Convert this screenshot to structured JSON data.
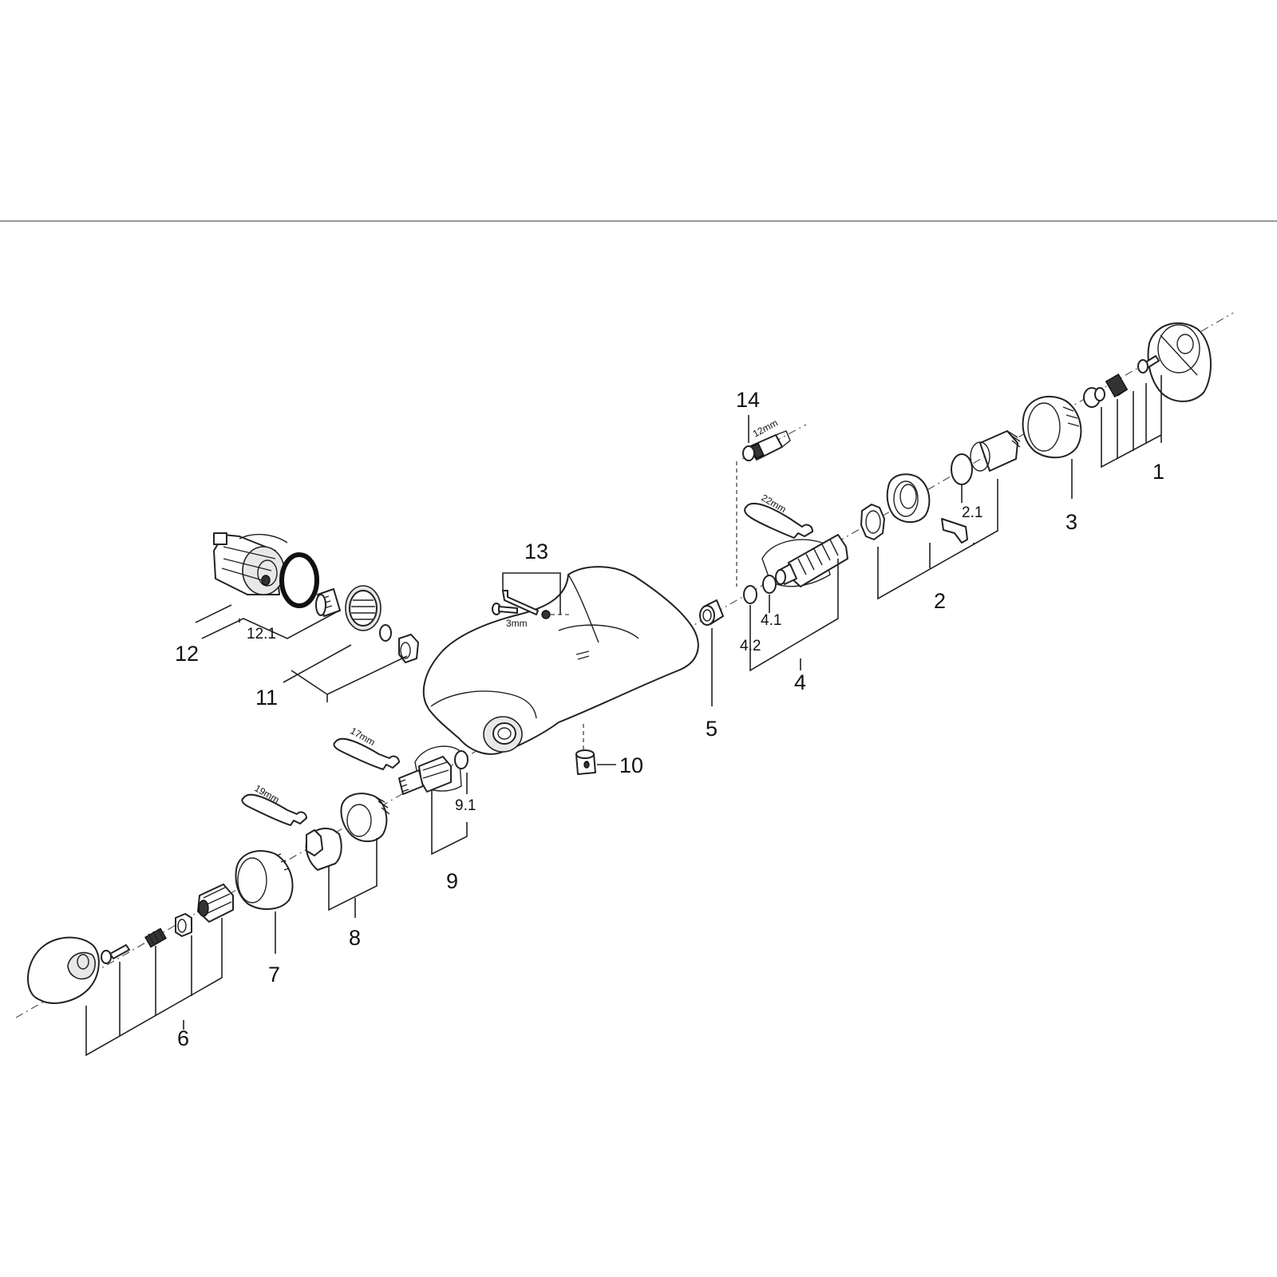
{
  "labels": {
    "l1": "1",
    "l2": "2",
    "l2_1": "2.1",
    "l3": "3",
    "l4": "4",
    "l4_1": "4.1",
    "l4_2": "4.2",
    "l5": "5",
    "l6": "6",
    "l7": "7",
    "l8": "8",
    "l9": "9",
    "l9_1": "9.1",
    "l10": "10",
    "l11": "11",
    "l12": "12",
    "l12_1": "12.1",
    "l13": "13",
    "l14": "14"
  },
  "tools": {
    "wrench_12": "12mm",
    "wrench_22": "22mm",
    "wrench_17": "17mm",
    "wrench_19": "19mm",
    "hex_key_3": "3mm"
  }
}
